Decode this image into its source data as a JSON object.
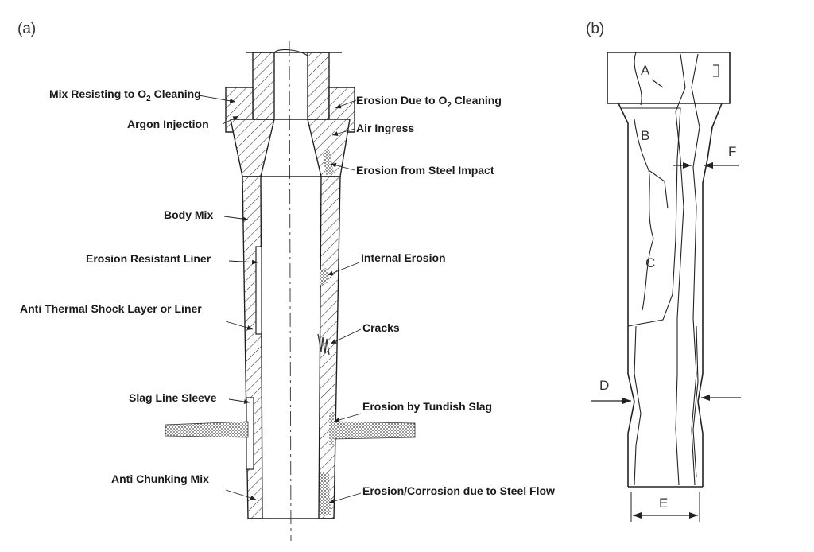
{
  "panels": {
    "a": "(a)",
    "b": "(b)"
  },
  "labels_left": {
    "mix_resisting_prefix": "Mix Resisting to O",
    "mix_resisting_sub": "2",
    "mix_resisting_suffix": " Cleaning",
    "argon_injection": "Argon Injection",
    "body_mix": "Body Mix",
    "erosion_resistant_liner": "Erosion Resistant Liner",
    "anti_thermal_shock": "Anti Thermal Shock Layer or Liner",
    "slag_line_sleeve": "Slag Line Sleeve",
    "anti_chunking_mix": "Anti Chunking Mix"
  },
  "labels_right": {
    "erosion_o2_prefix": "Erosion Due to O",
    "erosion_o2_sub": "2",
    "erosion_o2_suffix": " Cleaning",
    "air_ingress": "Air Ingress",
    "erosion_steel_impact": "Erosion from Steel Impact",
    "internal_erosion": "Internal Erosion",
    "cracks": "Cracks",
    "erosion_tundish_slag": "Erosion by Tundish Slag",
    "erosion_corrosion_flow": "Erosion/Corrosion due to Steel Flow"
  },
  "zones_b": {
    "a": "A",
    "b": "B",
    "c": "C",
    "d": "D",
    "e": "E",
    "f": "F"
  }
}
